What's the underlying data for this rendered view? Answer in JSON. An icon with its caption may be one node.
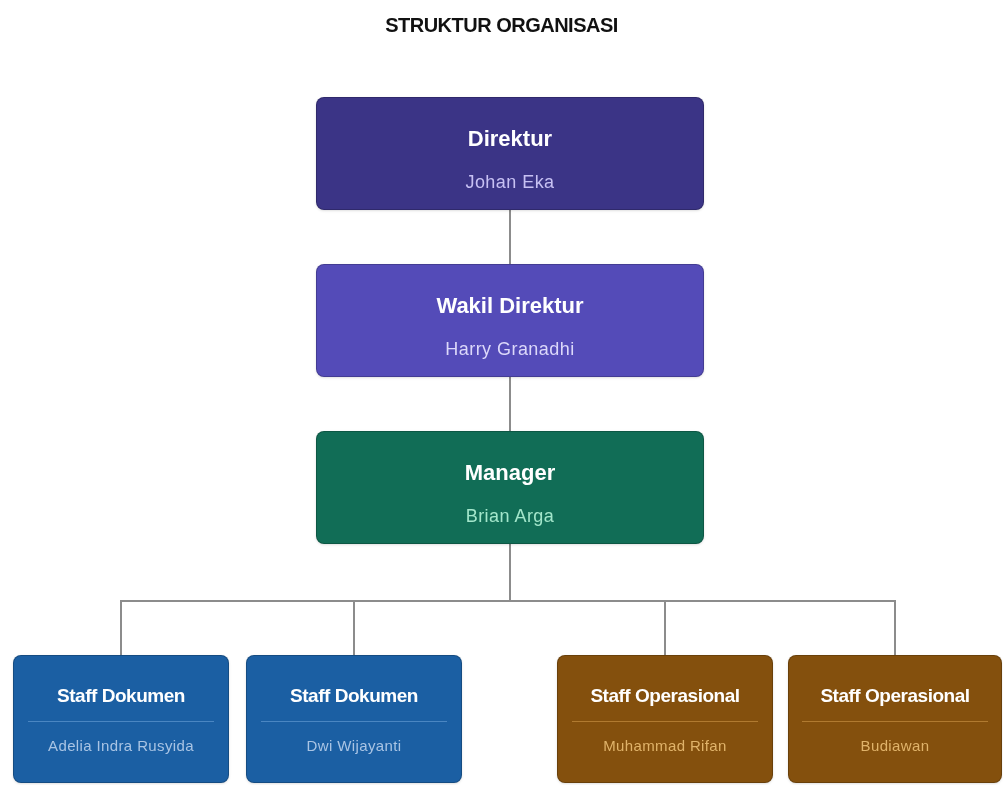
{
  "diagram": {
    "title": "STRUKTUR ORGANISASI",
    "nodes": [
      {
        "text": [
          "Direktur",
          "Johan Eka"
        ]
      },
      {
        "text": [
          "Wakil Direktur",
          "Harry Granadhi"
        ]
      },
      {
        "text": [
          "Manager",
          "Brian Arga"
        ]
      },
      {
        "text": [
          "Staff Dokumen",
          "Adelia Indra Rusyida"
        ]
      },
      {
        "text": [
          "Staff Dokumen",
          "Dwi Wijayanti"
        ]
      },
      {
        "text": [
          "Staff Operasional",
          "Muhammad Rifan"
        ]
      },
      {
        "text": [
          "Staff Operasional",
          "Budiawan"
        ]
      }
    ],
    "edges": [
      {
        "from": 0,
        "to": 1,
        "arrow": "none"
      },
      {
        "from": 1,
        "to": 2,
        "arrow": "none"
      },
      {
        "from": 2,
        "to": 3,
        "arrow": "none"
      },
      {
        "from": 2,
        "to": 4,
        "arrow": "none"
      },
      {
        "from": 2,
        "to": 5,
        "arrow": "none"
      },
      {
        "from": 2,
        "to": 6,
        "arrow": "none"
      }
    ]
  }
}
